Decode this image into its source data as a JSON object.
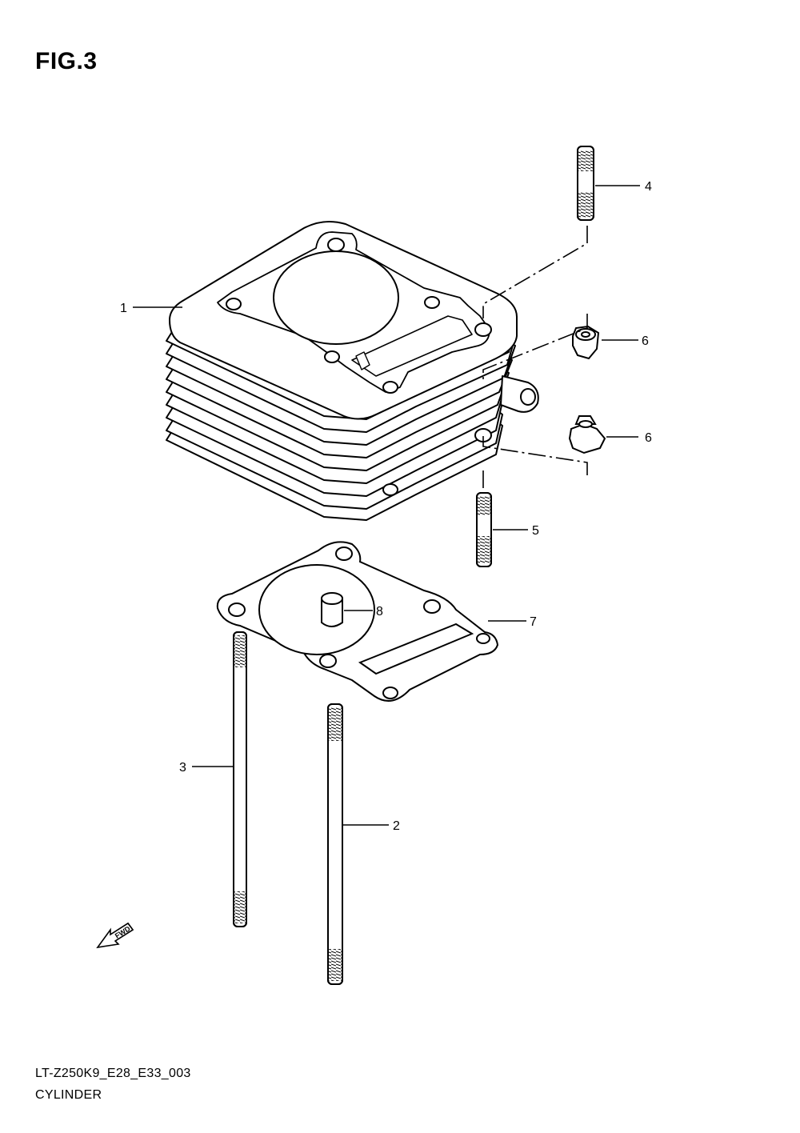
{
  "figure": {
    "title": "FIG.3",
    "model_code": "LT-Z250K9_E28_E33_003",
    "section_name": "CYLINDER"
  },
  "callouts": [
    {
      "id": "c1",
      "label": "1",
      "part": "cylinder"
    },
    {
      "id": "c2",
      "label": "2",
      "part": "long-stud-bolt"
    },
    {
      "id": "c3",
      "label": "3",
      "part": "long-stud-bolt"
    },
    {
      "id": "c4",
      "label": "4",
      "part": "stud-bolt-upper"
    },
    {
      "id": "c5",
      "label": "5",
      "part": "stud-bolt-lower"
    },
    {
      "id": "c6a",
      "label": "6",
      "part": "nut-upper"
    },
    {
      "id": "c6b",
      "label": "6",
      "part": "nut-lower"
    },
    {
      "id": "c7",
      "label": "7",
      "part": "cylinder-gasket"
    },
    {
      "id": "c8",
      "label": "8",
      "part": "dowel-pin"
    }
  ],
  "fwd_marker": {
    "text": "FWD",
    "icon": "forward-arrow-icon"
  }
}
